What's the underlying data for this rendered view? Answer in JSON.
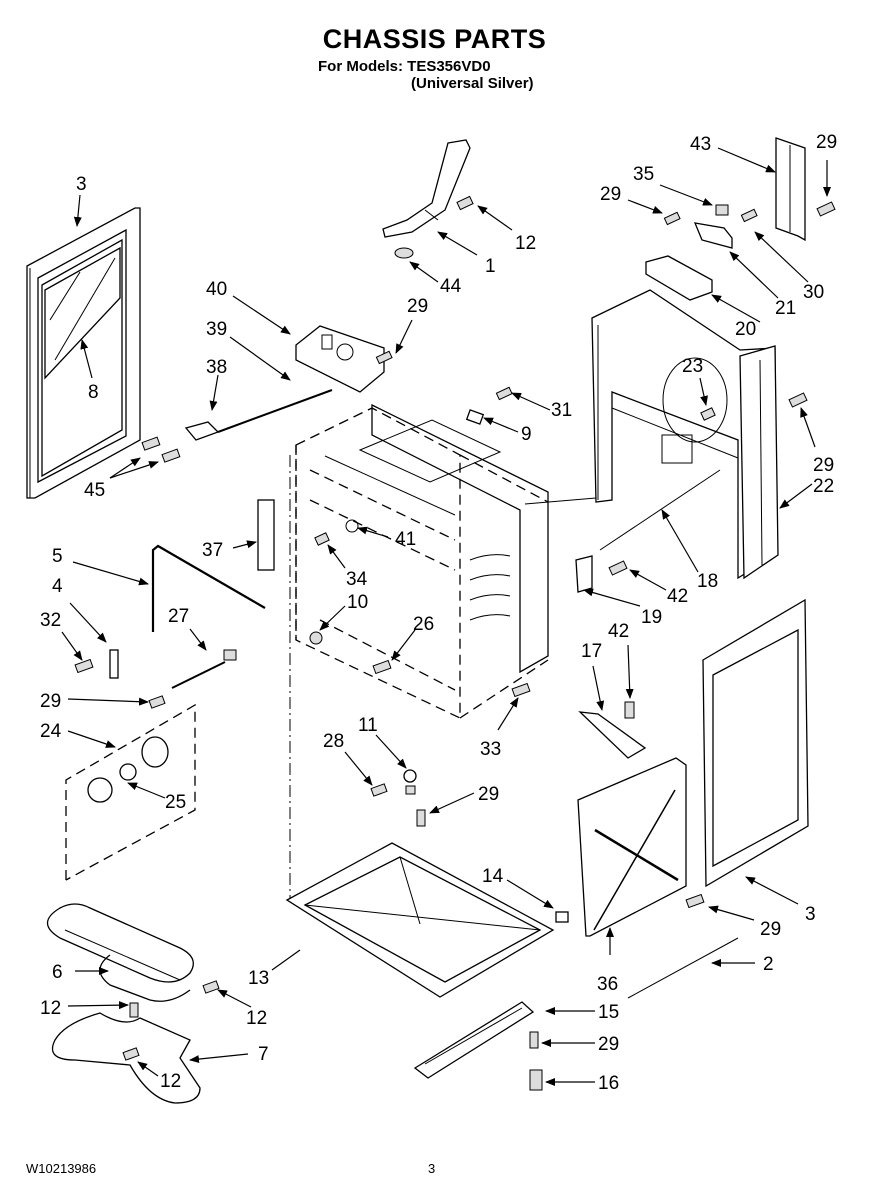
{
  "header": {
    "title": "CHASSIS PARTS",
    "models_line": "For Models: TES356VD0",
    "color_line": "(Universal Silver)"
  },
  "footer": {
    "document_number": "W10213986",
    "page_number": "3"
  },
  "callouts": [
    {
      "id": "c3a",
      "label": "3"
    },
    {
      "id": "c8",
      "label": "8"
    },
    {
      "id": "c40",
      "label": "40"
    },
    {
      "id": "c39",
      "label": "39"
    },
    {
      "id": "c38",
      "label": "38"
    },
    {
      "id": "c45",
      "label": "45"
    },
    {
      "id": "c29a",
      "label": "29"
    },
    {
      "id": "c12a",
      "label": "12"
    },
    {
      "id": "c1",
      "label": "1"
    },
    {
      "id": "c44",
      "label": "44"
    },
    {
      "id": "c43",
      "label": "43"
    },
    {
      "id": "c29b",
      "label": "29"
    },
    {
      "id": "c35",
      "label": "35"
    },
    {
      "id": "c29c",
      "label": "29"
    },
    {
      "id": "c30",
      "label": "30"
    },
    {
      "id": "c21",
      "label": "21"
    },
    {
      "id": "c20",
      "label": "20"
    },
    {
      "id": "c23",
      "label": "23"
    },
    {
      "id": "c31",
      "label": "31"
    },
    {
      "id": "c9",
      "label": "9"
    },
    {
      "id": "c29d",
      "label": "29"
    },
    {
      "id": "c22",
      "label": "22"
    },
    {
      "id": "c18",
      "label": "18"
    },
    {
      "id": "c42a",
      "label": "42"
    },
    {
      "id": "c19",
      "label": "19"
    },
    {
      "id": "c37",
      "label": "37"
    },
    {
      "id": "c41",
      "label": "41"
    },
    {
      "id": "c34",
      "label": "34"
    },
    {
      "id": "c10",
      "label": "10"
    },
    {
      "id": "c5",
      "label": "5"
    },
    {
      "id": "c4",
      "label": "4"
    },
    {
      "id": "c32",
      "label": "32"
    },
    {
      "id": "c27",
      "label": "27"
    },
    {
      "id": "c26",
      "label": "26"
    },
    {
      "id": "c29e",
      "label": "29"
    },
    {
      "id": "c24",
      "label": "24"
    },
    {
      "id": "c25",
      "label": "25"
    },
    {
      "id": "c33",
      "label": "33"
    },
    {
      "id": "c28",
      "label": "28"
    },
    {
      "id": "c11",
      "label": "11"
    },
    {
      "id": "c29f",
      "label": "29"
    },
    {
      "id": "c17",
      "label": "17"
    },
    {
      "id": "c42b",
      "label": "42"
    },
    {
      "id": "c3b",
      "label": "3"
    },
    {
      "id": "c29g",
      "label": "29"
    },
    {
      "id": "c14",
      "label": "14"
    },
    {
      "id": "c36",
      "label": "36"
    },
    {
      "id": "c2",
      "label": "2"
    },
    {
      "id": "c6",
      "label": "6"
    },
    {
      "id": "c13",
      "label": "13"
    },
    {
      "id": "c12b",
      "label": "12"
    },
    {
      "id": "c12c",
      "label": "12"
    },
    {
      "id": "c15",
      "label": "15"
    },
    {
      "id": "c29h",
      "label": "29"
    },
    {
      "id": "c7",
      "label": "7"
    },
    {
      "id": "c12d",
      "label": "12"
    },
    {
      "id": "c16",
      "label": "16"
    }
  ]
}
